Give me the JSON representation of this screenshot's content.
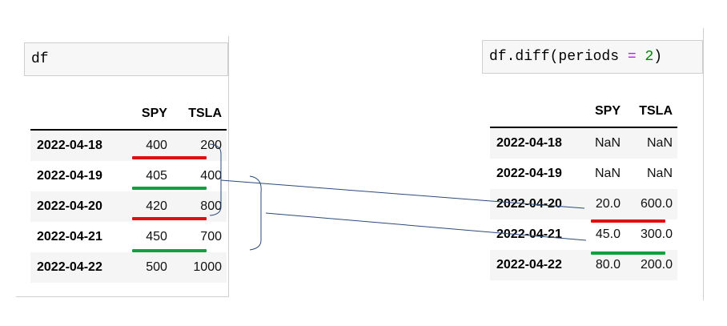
{
  "left": {
    "code": "df",
    "columns": [
      "SPY",
      "TSLA"
    ],
    "rows": [
      {
        "index": "2022-04-18",
        "values": [
          "400",
          "200"
        ]
      },
      {
        "index": "2022-04-19",
        "values": [
          "405",
          "400"
        ]
      },
      {
        "index": "2022-04-20",
        "values": [
          "420",
          "800"
        ]
      },
      {
        "index": "2022-04-21",
        "values": [
          "450",
          "700"
        ]
      },
      {
        "index": "2022-04-22",
        "values": [
          "500",
          "1000"
        ]
      }
    ]
  },
  "right": {
    "code_prefix": "df.diff(periods ",
    "code_op": "=",
    "code_space": " ",
    "code_num": "2",
    "code_suffix": ")",
    "columns": [
      "SPY",
      "TSLA"
    ],
    "rows": [
      {
        "index": "2022-04-18",
        "values": [
          "NaN",
          "NaN"
        ]
      },
      {
        "index": "2022-04-19",
        "values": [
          "NaN",
          "NaN"
        ]
      },
      {
        "index": "2022-04-20",
        "values": [
          "20.0",
          "600.0"
        ]
      },
      {
        "index": "2022-04-21",
        "values": [
          "45.0",
          "300.0"
        ]
      },
      {
        "index": "2022-04-22",
        "values": [
          "80.0",
          "200.0"
        ]
      }
    ]
  },
  "colors": {
    "red_marker": "#e01010",
    "green_marker": "#10a040",
    "connector": "#2a4a7a"
  }
}
